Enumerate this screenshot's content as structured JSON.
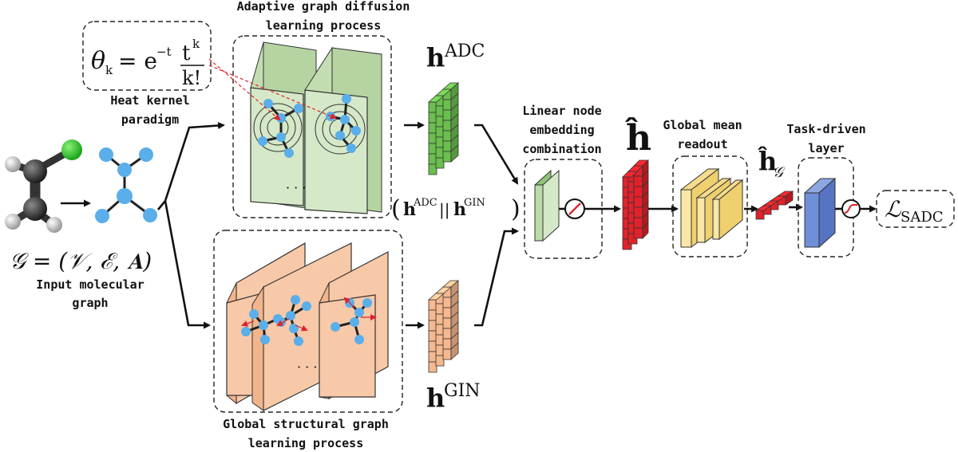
{
  "labels": {
    "adc_title_1": "Adaptive graph diffusion",
    "adc_title_2": "learning process",
    "heat_1": "Heat kernel",
    "heat_2": "paradigm",
    "input_1": "Input molecular",
    "input_2": "graph",
    "gin_title_1": "Global structural graph",
    "gin_title_2": "learning process",
    "lin_1": "Linear node",
    "lin_2": "embedding",
    "lin_3": "combination",
    "gmr_1": "Global mean",
    "gmr_2": "readout",
    "task_1": "Task-driven",
    "task_2": "layer",
    "ellipsis": "· · ·"
  },
  "math": {
    "theta": "θ",
    "theta_sub": "k",
    "equals_e": "= e",
    "neg_t": "−t",
    "t": "t",
    "k_sup": "k",
    "k_fact": "k!",
    "graph_def": "𝒢 = (𝒱, ℰ, 𝐀)",
    "h": "h",
    "sup_adc": "ADC",
    "sup_gin": "GIN",
    "concat": "(hᴬᴰᶜ|| hᴳᴵᴺ)",
    "concat_open": "(",
    "concat_sep": "||",
    "concat_close": ")",
    "hat_h": "ĥ",
    "sub_g": "𝒢",
    "loss": "ℒ",
    "loss_sub": "SADC"
  },
  "colors": {
    "green_panel": "#d5e8c8",
    "orange_panel": "#f8c9a8",
    "green_cube": "#6bbf4e",
    "orange_cube": "#f6b88e",
    "red_cube": "#e0222a",
    "yellow_block": "#fae6a5",
    "blue_block": "#6f8fd8",
    "node_blue": "#5aaeea"
  }
}
